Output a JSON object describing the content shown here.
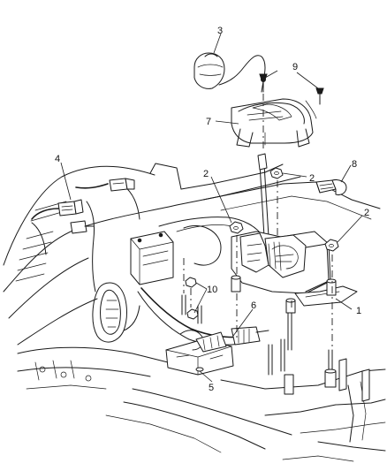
{
  "callouts": {
    "c1": "1",
    "c2a": "2",
    "c2b": "2",
    "c2c": "2",
    "c3": "3",
    "c4": "4",
    "c5": "5",
    "c6": "6",
    "c7": "7",
    "c8": "8",
    "c9": "9",
    "c10": "10"
  },
  "colors": {
    "line": "#1a1a1a",
    "background": "#ffffff"
  }
}
